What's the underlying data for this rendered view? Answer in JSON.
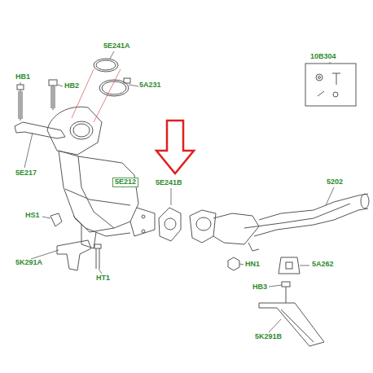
{
  "diagram": {
    "nodes": [
      {
        "text": [
          "5E212"
        ]
      }
    ],
    "edges": [],
    "labels": [
      "HB1",
      "HB2",
      "5E241A",
      "5A231",
      "10B304",
      "5E217",
      "5E241B",
      "5202",
      "HS1",
      "5K291A",
      "HN1",
      "5A262",
      "HT1",
      "HB3",
      "5K291B"
    ]
  }
}
